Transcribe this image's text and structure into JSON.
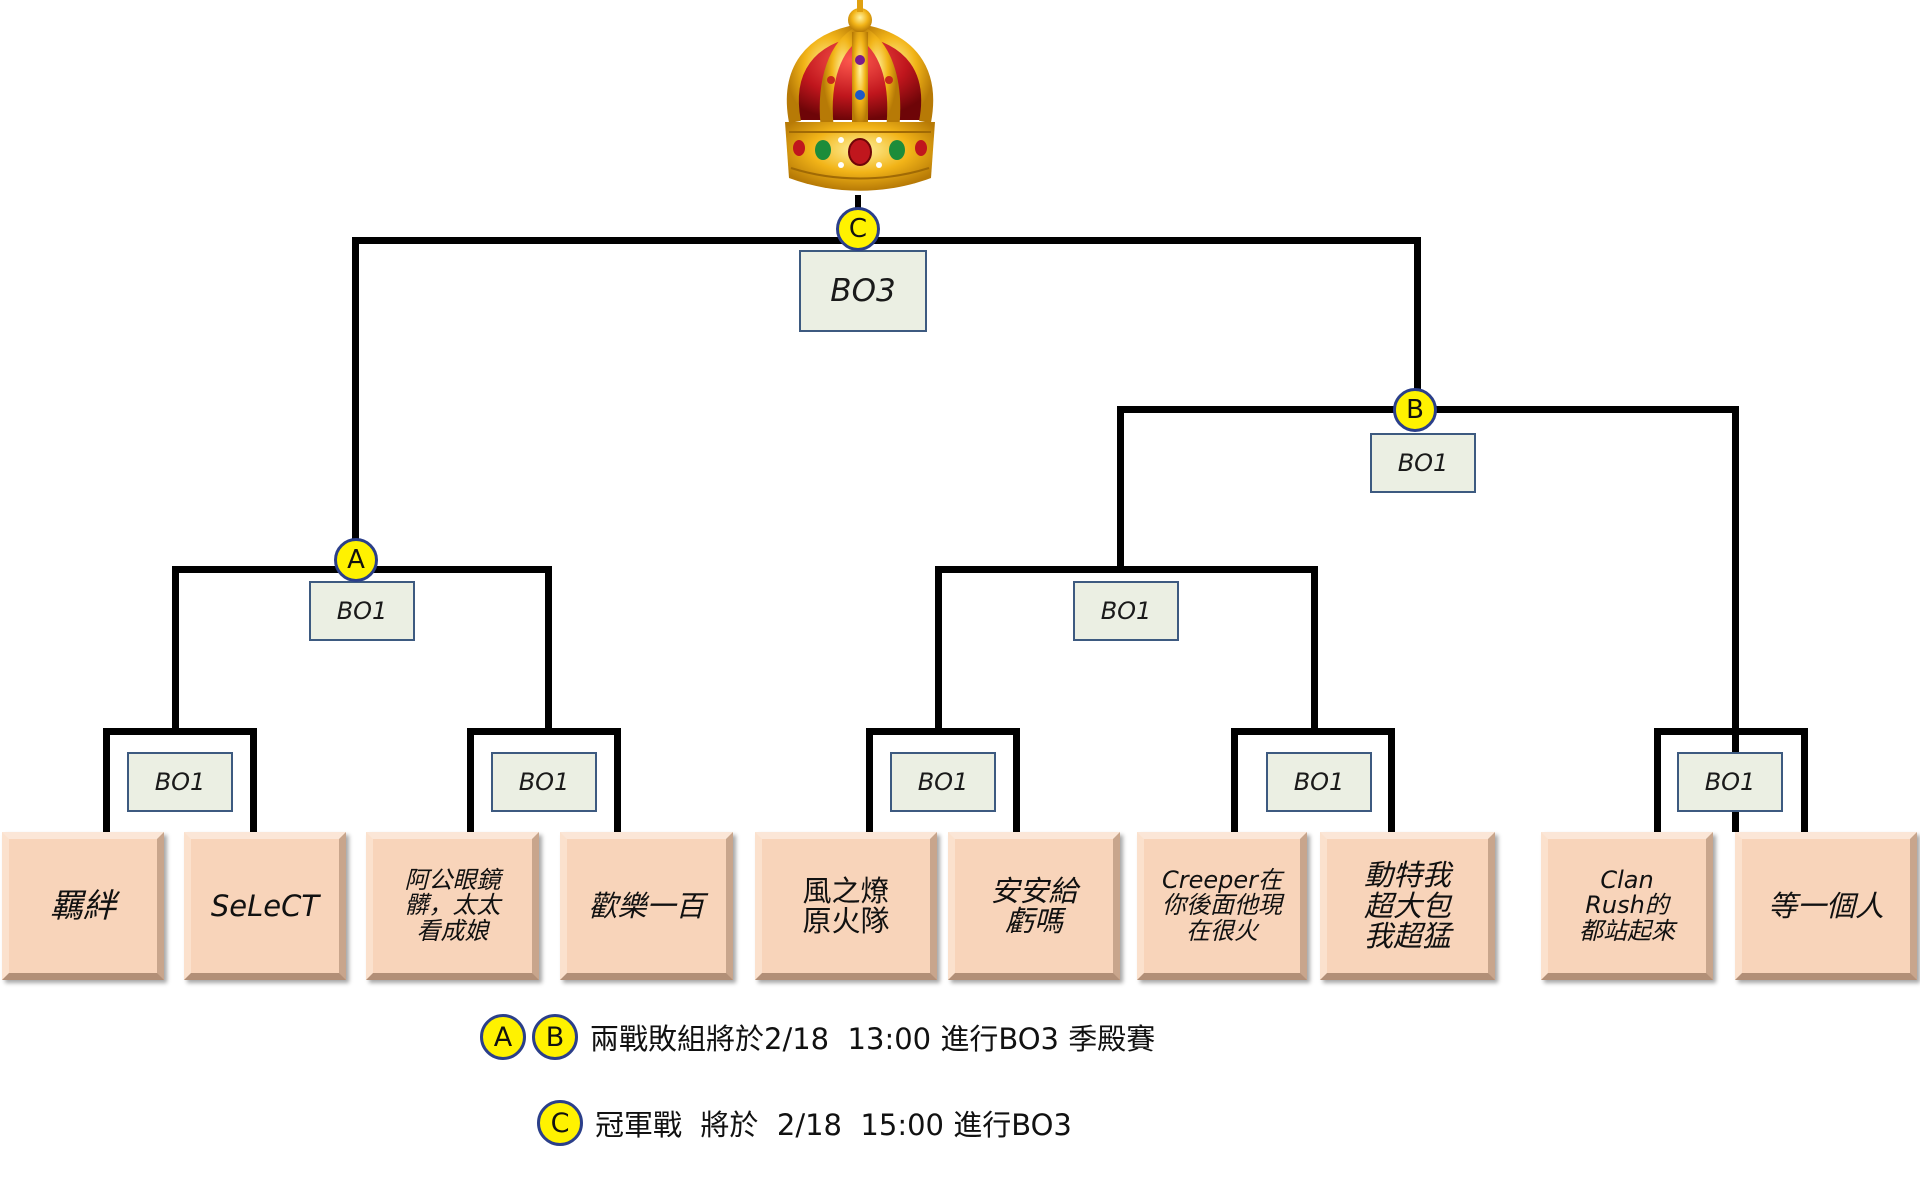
{
  "bracket": {
    "final": {
      "marker": "C",
      "format": "BO3"
    },
    "semis": [
      {
        "marker": "A",
        "format": "BO1"
      },
      {
        "marker": "B",
        "format": "BO1"
      }
    ],
    "quarter_right": {
      "format": "BO1"
    },
    "round1": [
      {
        "format": "BO1"
      },
      {
        "format": "BO1"
      },
      {
        "format": "BO1"
      },
      {
        "format": "BO1"
      },
      {
        "format": "BO1"
      }
    ],
    "teams": [
      "羈絆",
      "SeLeCT",
      "阿公眼鏡\n髒，太太\n看成娘",
      "歡樂一百",
      "風之燎\n原火隊",
      "安安給\n虧嗎",
      "Creeper在\n你後面他現\n在很火",
      "動特我\n超大包\n我超猛",
      "Clan\nRush的\n都站起來",
      "等一個人"
    ]
  },
  "notes": [
    {
      "markers": [
        "A",
        "B"
      ],
      "text": "兩戰敗組將於2/18  13:00 進行BO3 季殿賽"
    },
    {
      "markers": [
        "C"
      ],
      "text": "冠軍戰  將於  2/18  15:00 進行BO3"
    }
  ],
  "colors": {
    "marker_fill": "#fff200",
    "marker_border": "#2b3f8a",
    "format_box_fill": "#ebefe3",
    "format_box_border": "#3d5a80",
    "team_fill": "#f8d4ba",
    "crown_red": "#c0161d",
    "crown_gold": "#f2b418"
  },
  "icons": {
    "crown": "crown-icon"
  }
}
